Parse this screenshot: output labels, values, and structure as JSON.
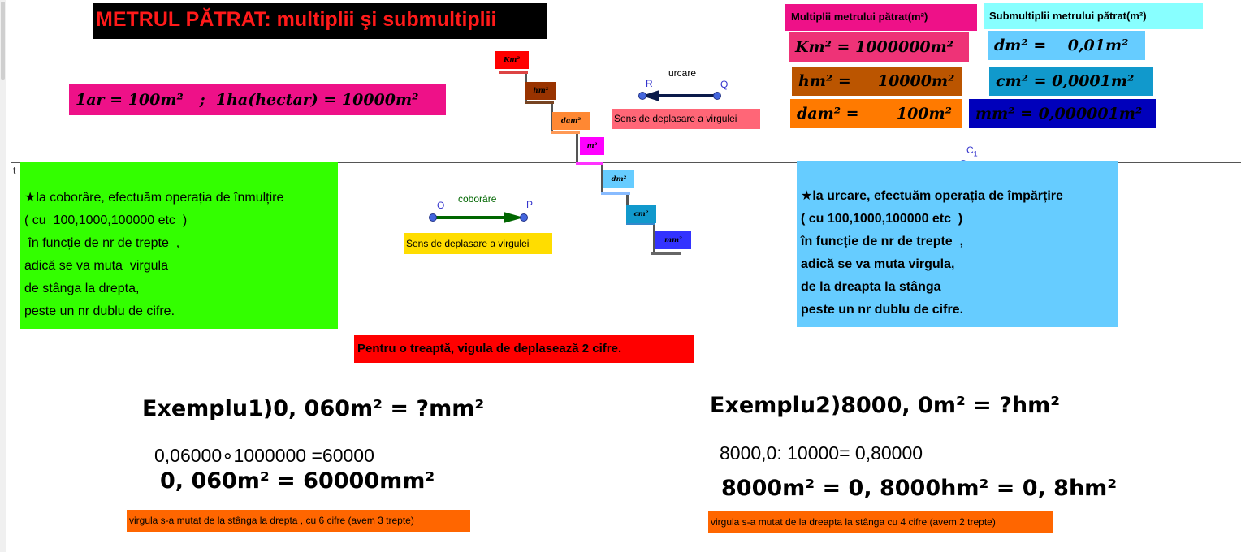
{
  "title": "METRUL PĂTRAT: multiplii şi submultiplii",
  "axis_label": "t",
  "formula_ar": "1ar = 100m²   ;  1ha(hectar) = 10000m²",
  "multiples": {
    "header": "Multiplii metrului pătrat(m²)",
    "rows": [
      "Km² = 1000000m²",
      "hm² =     10000m²",
      "dam² =       100m²"
    ]
  },
  "submultiples": {
    "header": "Submultiplii metrului pătrat(m²)",
    "rows": [
      "dm² =    0,01m²",
      "cm² = 0,0001m²",
      "mm² = 0,000001m²"
    ]
  },
  "stairs": [
    "Km²",
    "hm²",
    "dam²",
    "m²",
    "dm²",
    "cm²",
    "mm²"
  ],
  "point_labels": {
    "R": "R",
    "Q": "Q",
    "O": "O",
    "P": "P",
    "C": "C",
    "C_sub": "1"
  },
  "urcare_label": "urcare",
  "coborare_label": "coborâre",
  "sens_urcare": "Sens de deplasare a virgulei",
  "sens_coborare": "Sens de deplasare a virgulei",
  "coborare_text": [
    "★la coborâre, efectuăm operația de înmulțire",
    "( cu  100,1000,100000 etc  )",
    " în funcție de nr de trepte  ,",
    "adică se va muta  virgula",
    "de stânga la drepta,",
    "peste un nr dublu de cifre."
  ],
  "urcare_text": [
    "★la urcare, efectuăm operația de împărțire",
    "( cu 100,1000,100000 etc  )",
    "în funcție de nr de trepte  ,",
    "adică se va muta virgula,",
    "de la dreapta la stânga",
    "peste un nr dublu de cifre."
  ],
  "step_note": "Pentru o treaptă, vigula de deplasează 2 cifre.",
  "example1": {
    "title": "Exemplu1)0, 060m² = ?mm²",
    "calc": "0,06000∘1000000 =60000",
    "result": "0, 060m² = 60000mm²",
    "note": "virgula s-a mutat de la stânga la drepta , cu 6 cifre (avem  3  trepte)"
  },
  "example2": {
    "title": "Exemplu2)8000, 0m² = ?hm²",
    "calc": "8000,0: 10000= 0,80000",
    "result": "8000m² = 0, 8000hm² = 0, 8hm²",
    "note": "virgula s-a mutat de la dreapta la stânga cu 4 cifre (avem  2  trepte)"
  },
  "colors": {
    "title_bg": "#000000",
    "title_fg": "#ff1a1a",
    "pink": "#ee1188",
    "green_box": "#33ff00",
    "blue_box": "#66ccff",
    "red_note": "#ff0000",
    "orange_note": "#ff6600",
    "yellow": "#ffdd00",
    "arrow_blue": "#0a1a4a",
    "arrow_green": "#006600"
  }
}
